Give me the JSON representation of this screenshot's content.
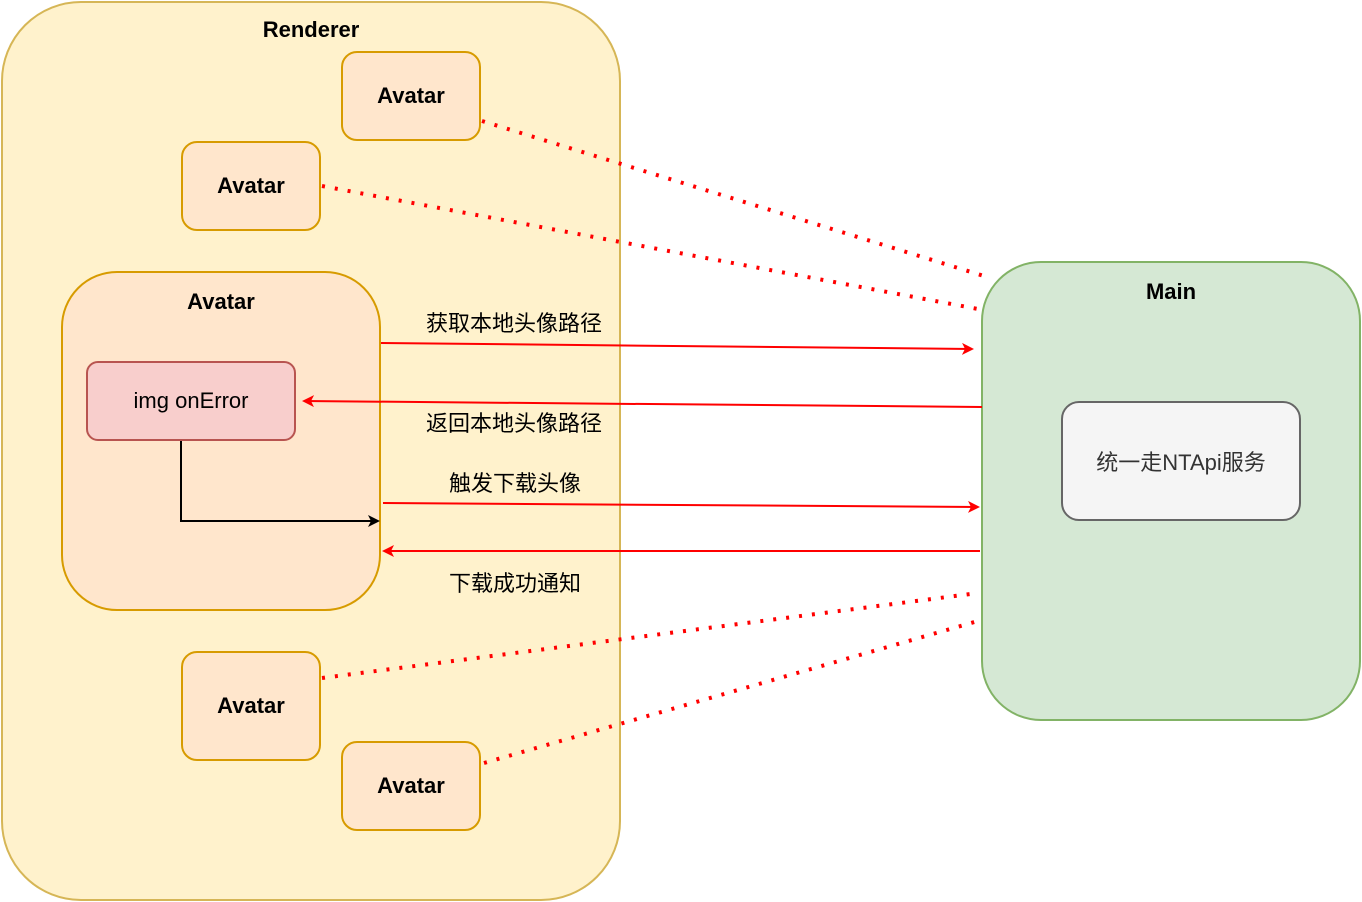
{
  "renderer": {
    "title": "Renderer",
    "avatars": [
      {
        "label": "Avatar"
      },
      {
        "label": "Avatar"
      },
      {
        "label": "Avatar"
      },
      {
        "label": "Avatar"
      }
    ],
    "focus_avatar": {
      "title": "Avatar",
      "inner_node": "img onError"
    }
  },
  "main": {
    "title": "Main",
    "service": "统一走NTApi服务"
  },
  "edges": [
    {
      "label": "获取本地头像路径",
      "direction": "renderer-to-main"
    },
    {
      "label": "返回本地头像路径",
      "direction": "main-to-renderer"
    },
    {
      "label": "触发下载头像",
      "direction": "renderer-to-main"
    },
    {
      "label": "下载成功通知",
      "direction": "main-to-renderer"
    }
  ],
  "colors": {
    "renderer_fill": "#fff2cc",
    "renderer_stroke": "#d6b656",
    "avatar_fill": "#ffe6cc",
    "avatar_stroke": "#d79b00",
    "error_fill": "#f8cecc",
    "error_stroke": "#b85450",
    "main_fill": "#d5e8d4",
    "main_stroke": "#82b366",
    "service_fill": "#f5f5f5",
    "service_stroke": "#666666",
    "edge": "#ff0000"
  }
}
